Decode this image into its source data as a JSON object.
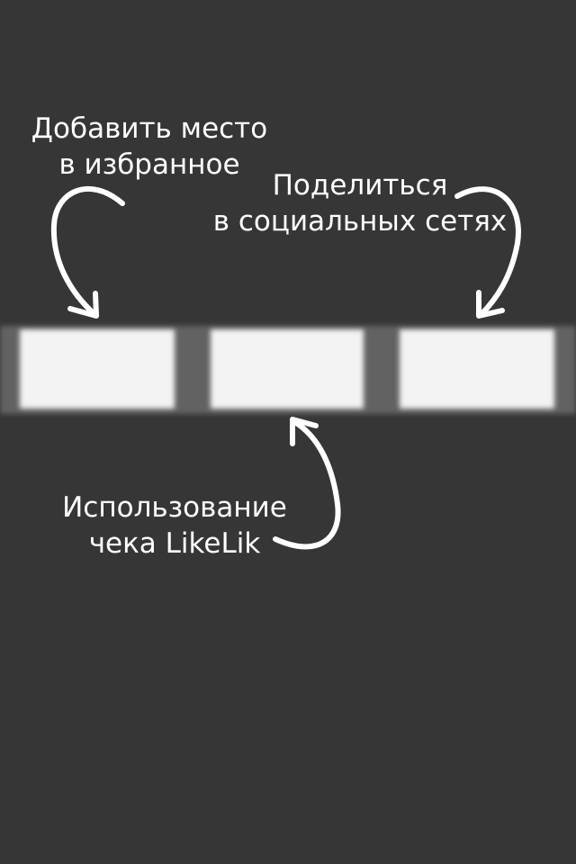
{
  "hints": {
    "favorite": [
      "Добавить место",
      "в избранное"
    ],
    "share": [
      "Поделиться",
      "в социальных сетях"
    ],
    "check": [
      "Использование",
      "чека LikeLik"
    ]
  },
  "toolbar": {
    "buttons": [
      {
        "action": "favorite",
        "icon": "favorite-icon"
      },
      {
        "action": "use-check",
        "icon": "check-icon"
      },
      {
        "action": "share",
        "icon": "share-icon"
      }
    ]
  },
  "colors": {
    "background": "#363636",
    "toolbar": "#626262",
    "button": "#f3f3f3",
    "text": "#ffffff"
  }
}
